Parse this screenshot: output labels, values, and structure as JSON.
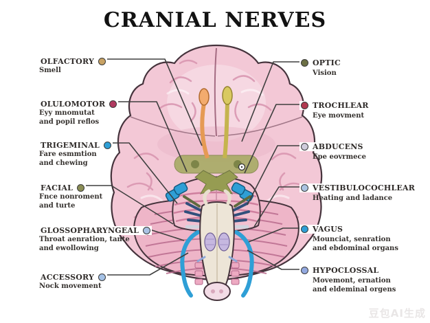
{
  "title": "CRANIAL NERVES",
  "watermark": "豆包AI生成",
  "palette": {
    "leader_line": "#3f3f3f",
    "brain_pink": "#f3c8d6",
    "nerve_blue": "#2f9fd6",
    "olive_green": "#9aa058",
    "brainstem_cream": "#ece4d6",
    "olive_lavender": "#c6b8e0"
  },
  "labels_left": [
    {
      "title": "OLFACTORY",
      "line1": "Smell",
      "line2": "",
      "color": "#c8a264"
    },
    {
      "title": "OLULOMOTOR",
      "line1": "Eyy mnomutat",
      "line2": "and popil reflos",
      "color": "#b03a60"
    },
    {
      "title": "TRIGEMINAL",
      "line1": "Fare esmmtion",
      "line2": "and chewing",
      "color": "#2f9fd6"
    },
    {
      "title": "FACIAL",
      "line1": "Fnce nonroment",
      "line2": "and turte",
      "color": "#8a8d55"
    },
    {
      "title": "GLOSSOPHARYNGEAL",
      "line1": "Throat aenration, tante",
      "line2": "and ewollowing",
      "color": "#aac2e4"
    },
    {
      "title": "ACCESSORY",
      "line1": "Nock movement",
      "line2": "",
      "color": "#a5c2e6"
    }
  ],
  "labels_right": [
    {
      "title": "OPTIC",
      "line1": "Vision",
      "line2": "",
      "color": "#6c7045"
    },
    {
      "title": "TROCHLEAR",
      "line1": "Eye movment",
      "line2": "",
      "color": "#b1384f"
    },
    {
      "title": "ABDUCENS",
      "line1": "Epe eovrmece",
      "line2": "",
      "color": "#cfccdb"
    },
    {
      "title": "VESTIBULOCOCHLEAR",
      "line1": "Heating and ladance",
      "line2": "",
      "color": "#abc4e2"
    },
    {
      "title": "VAGUS",
      "line1": "Mounciat, senration",
      "line2": "and ebdominal organs",
      "color": "#2f9fd6"
    },
    {
      "title": "HYPOCLOSSAL",
      "line1": "Movemont, ernation",
      "line2": "and eldeminal orgens",
      "color": "#93a9e0"
    }
  ]
}
